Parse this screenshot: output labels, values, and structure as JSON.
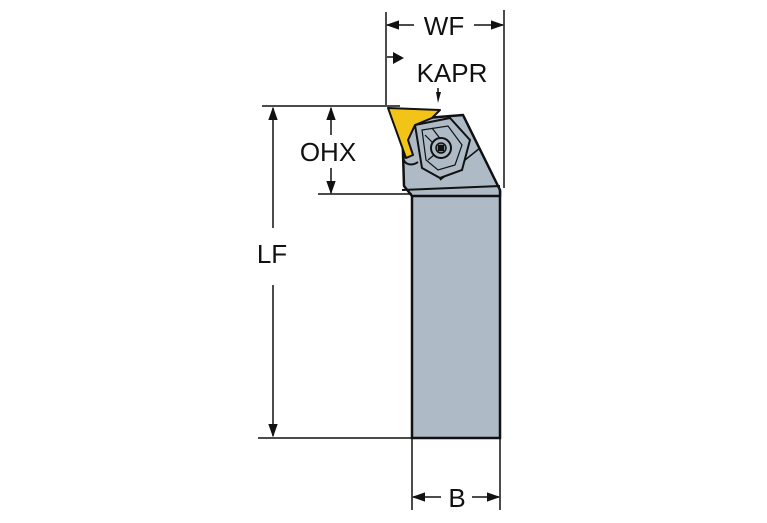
{
  "diagram": {
    "type": "technical-drawing",
    "subject": "turning-tool-holder",
    "colors": {
      "background": "#ffffff",
      "holder_body": "#aebbc6",
      "insert": "#f2c418",
      "outline": "#111111"
    },
    "dimensions": {
      "wf": {
        "label": "WF"
      },
      "kapr": {
        "label": "KAPR"
      },
      "ohx": {
        "label": "OHX"
      },
      "lf": {
        "label": "LF"
      },
      "b": {
        "label": "B"
      }
    }
  }
}
